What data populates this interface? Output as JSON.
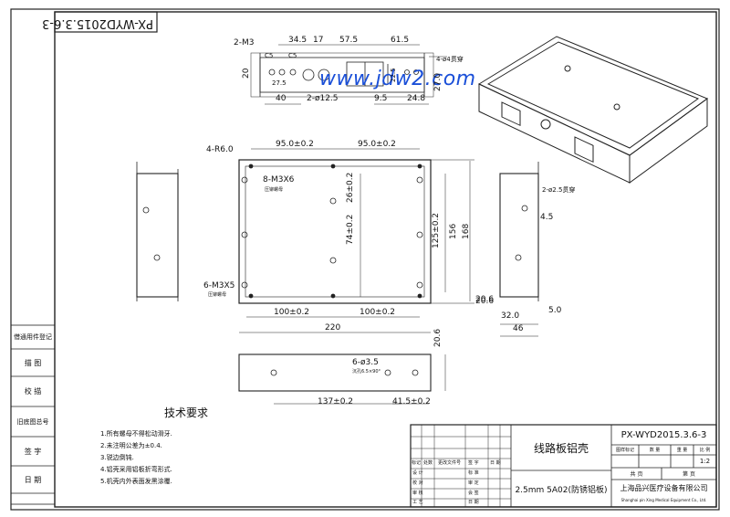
{
  "drawing_no_rotated": "PX-WYD2015.3.6-3",
  "watermark": "www.jdw2.com",
  "top_view": {
    "dims": [
      "34.5",
      "17",
      "57.5",
      "61.5",
      "2-M3",
      "C5",
      "C5",
      "4-ø4贯穿",
      "20",
      "27.5",
      "40",
      "2-ø12.5",
      "9.5",
      "24.8",
      "27.0",
      "22.5"
    ]
  },
  "plan_view": {
    "dims": [
      "4-R6.0",
      "95.0±0.2",
      "95.0±0.2",
      "8-M3X6",
      "压铆螺母",
      "26±0.2",
      "74±0.2",
      "125±0.2",
      "156",
      "168",
      "6-M3X5",
      "压铆螺母",
      "100±0.2",
      "100±0.2",
      "220",
      "20.6"
    ]
  },
  "side_view": {
    "dims": [
      "2-ø2.5贯穿",
      "4.5",
      "20.6",
      "32.0",
      "5.0",
      "46"
    ]
  },
  "bottom_view": {
    "dims": [
      "20.6",
      "6-ø3.5",
      "沉孔6.5×90°",
      "137±0.2",
      "41.5±0.2"
    ]
  },
  "tech_req": {
    "title": "技术要求",
    "items": [
      "1.所有螺母不得松动滑牙.",
      "2.未注明公差为±0.4.",
      "3.锐边倒钝.",
      "4.铝壳采用铝板折弯形式.",
      "5.机壳内外表面发黑涂覆."
    ]
  },
  "left_table": [
    "借通用件登记",
    "描 图",
    "校 描",
    "旧底图总号",
    "签 字",
    "日 期"
  ],
  "title_block": {
    "part_name": "线路板铝壳",
    "drawing_no": "PX-WYD2015.3.6-3",
    "header_labels": [
      "图样标记",
      "数 量",
      "重 量",
      "比 例"
    ],
    "scale": "1:2",
    "sheet_labels": [
      "共 页",
      "第 页"
    ],
    "material": "2.5mm 5A02(防锈铝板)",
    "company_cn": "上海品兴医疗设备有限公司",
    "company_en": "Shanghai pin Xing Medical Equipment Co., Ltd.",
    "rev_labels": [
      "标记",
      "处数",
      "更改文件号",
      "签 字",
      "日 期"
    ],
    "role_labels": [
      "设 计",
      "校 对",
      "审 核",
      "工 艺"
    ],
    "role_labels2": [
      "标 准",
      "审 定",
      "会 签",
      "日 期"
    ]
  }
}
